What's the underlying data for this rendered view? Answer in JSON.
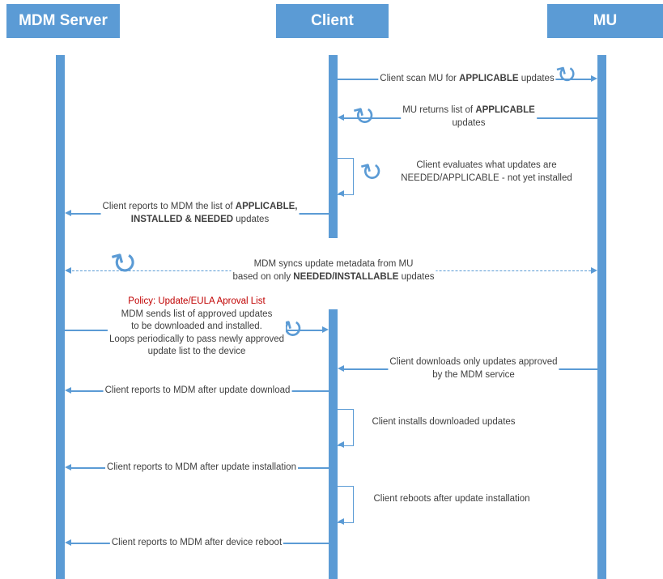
{
  "colors": {
    "accent": "#5B9BD5",
    "text": "#404040",
    "policy_red": "#C00000",
    "background": "#FFFFFF"
  },
  "icons": {
    "loop": "↻"
  },
  "actors": {
    "mdm": "MDM Server",
    "client": "Client",
    "mu": "MU"
  },
  "messages": {
    "scan": {
      "pre": "Client scan MU for ",
      "bold": "APPLICABLE",
      "post": " updates"
    },
    "mu_returns": {
      "pre": "MU returns list of ",
      "bold": "APPLICABLE",
      "line2": "updates"
    },
    "evaluate": {
      "line1": "Client evaluates what updates are",
      "line2": "NEEDED/APPLICABLE - not yet installed"
    },
    "report_list": {
      "pre": "Client reports to MDM the list of ",
      "bold1": "APPLICABLE,",
      "bold2": "INSTALLED & NEEDED",
      "post": " updates"
    },
    "sync": {
      "line1": "MDM syncs update metadata from MU",
      "pre": "based on only ",
      "bold": "NEEDED/INSTALLABLE",
      "post": " updates"
    },
    "policy": {
      "title": "Policy: Update/EULA Aproval List",
      "line1": "MDM sends list of approved updates",
      "line2": "to be downloaded and installed.",
      "line3": "Loops periodically to pass newly approved",
      "line4": "update list to the device"
    },
    "download": {
      "line1": "Client downloads only updates approved",
      "line2": "by the MDM service"
    },
    "report_download": "Client reports to MDM after update download",
    "install": "Client installs downloaded updates",
    "report_install": "Client reports to MDM after update installation",
    "reboot": "Client reboots after update installation",
    "report_reboot": "Client reports to MDM after device reboot"
  }
}
